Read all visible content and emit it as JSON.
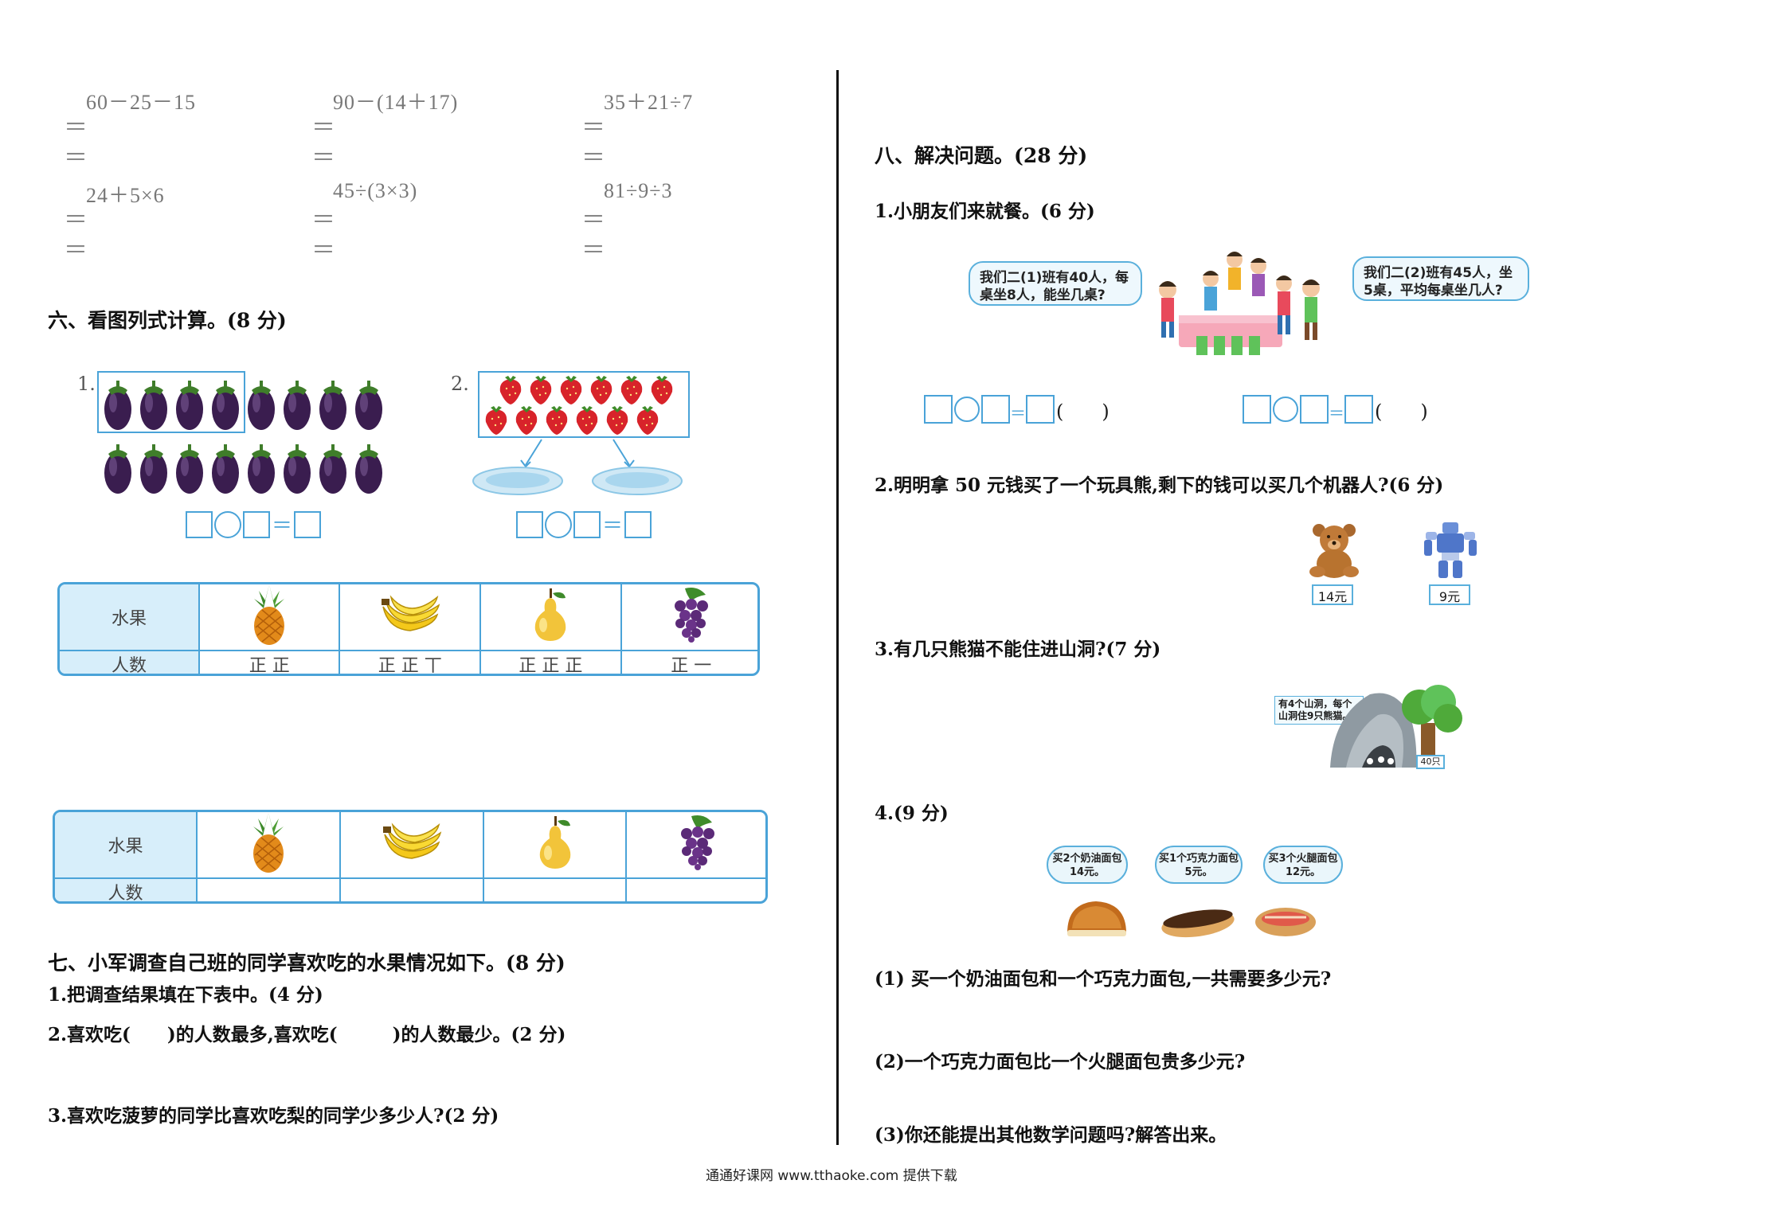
{
  "left": {
    "calc": {
      "row1": [
        "60－25－15",
        "90－(14＋17)",
        "35＋21÷7"
      ],
      "row2": [
        "24＋5×6",
        "45÷(3×3)",
        "81÷9÷3"
      ],
      "eq_sign": "＝"
    },
    "section6": {
      "title": "六、看图列式计算。(8 分)",
      "item1": "1.",
      "item2": "2."
    },
    "tally_table": {
      "row_header1": "水果",
      "row_header2": "人数",
      "tallies": [
        "正 正",
        "正  正  丅",
        "正  正  正",
        "正  一"
      ]
    },
    "empty_table": {
      "row_header1": "水果",
      "row_header2": "人数"
    },
    "section7": {
      "title": "七、小军调查自己班的同学喜欢吃的水果情况如下。(8 分)",
      "q1": "1.把调查结果填在下表中。(4 分)",
      "q2": "2.喜欢吃(　　)的人数最多,喜欢吃(　　　)的人数最少。(2 分)",
      "q3": "3.喜欢吃菠萝的同学比喜欢吃梨的同学少多少人?(2 分)"
    }
  },
  "right": {
    "section8": {
      "title": "八、解决问题。(28 分)",
      "q1": "1.小朋友们来就餐。(6 分)",
      "bubble_left": "我们二(1)班有40人，每桌坐8人，能坐几桌?",
      "bubble_right": "我们二(2)班有45人，坐5桌，平均每桌坐几人?",
      "paren": "(　　)",
      "q2": "2.明明拿 50 元钱买了一个玩具熊,剩下的钱可以买几个机器人?(6 分)",
      "bear_price": "14元",
      "robot_price": "9元",
      "q3": "3.有几只熊猫不能住进山洞?(7 分)",
      "cave_note": "有4个山洞，每个山洞住9只熊猫。",
      "panda_count": "40只",
      "q4": "4.(9 分)",
      "cloud1": "买2个奶油面包14元。",
      "cloud2": "买1个巧克力面包5元。",
      "cloud3": "买3个火腿面包12元。",
      "q4_1": "(1) 买一个奶油面包和一个巧克力面包,一共需要多少元?",
      "q4_2": "(2)一个巧克力面包比一个火腿面包贵多少元?",
      "q4_3": "(3)你还能提出其他数学问题吗?解答出来。"
    }
  },
  "footer": "通通好课网  www.tthaoke.com  提供下载"
}
